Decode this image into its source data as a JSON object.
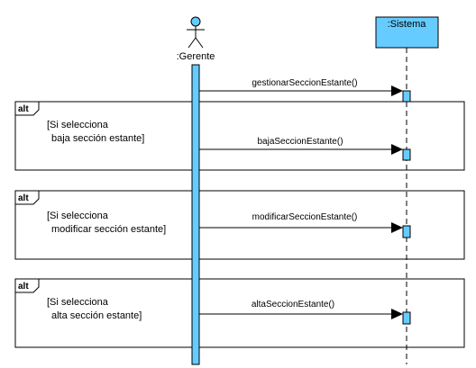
{
  "actor": {
    "name": ":Gerente"
  },
  "system": {
    "name": ":Sistema"
  },
  "messages": [
    {
      "label": "gestionarSeccionEstante()"
    }
  ],
  "fragments": [
    {
      "operator": "alt",
      "guard_line1": "[Si selecciona",
      "guard_line2": "baja sección estante]",
      "message": "bajaSeccionEstante()"
    },
    {
      "operator": "alt",
      "guard_line1": "[Si selecciona",
      "guard_line2": "modificar sección estante]",
      "message": "modificarSeccionEstante()"
    },
    {
      "operator": "alt",
      "guard_line1": "[Si selecciona",
      "guard_line2": "alta sección estante]",
      "message": "altaSeccionEstante()"
    }
  ],
  "colors": {
    "accent": "#66CCFF",
    "line": "#000000"
  }
}
